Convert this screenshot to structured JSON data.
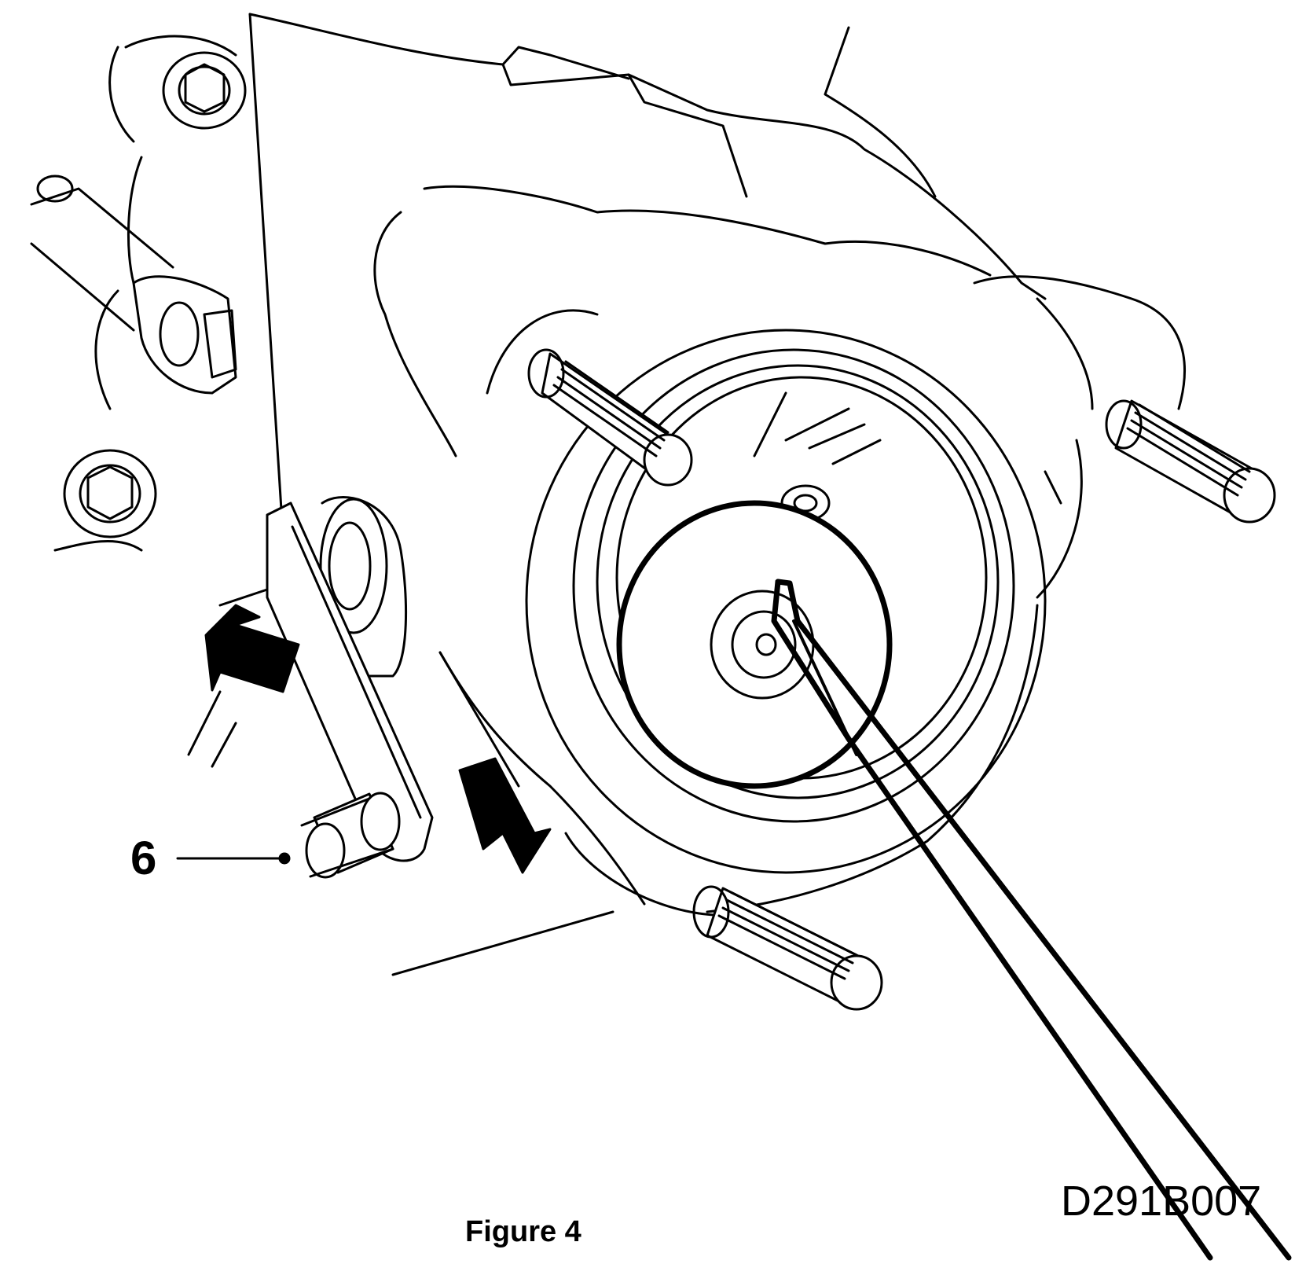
{
  "figure": {
    "callout_label": "6",
    "caption": "Figure 4",
    "drawing_id": "D291B007"
  },
  "colors": {
    "line": "#000000",
    "background": "#ffffff"
  },
  "icons": [
    "push-arrow-icon",
    "push-arrow-icon"
  ]
}
